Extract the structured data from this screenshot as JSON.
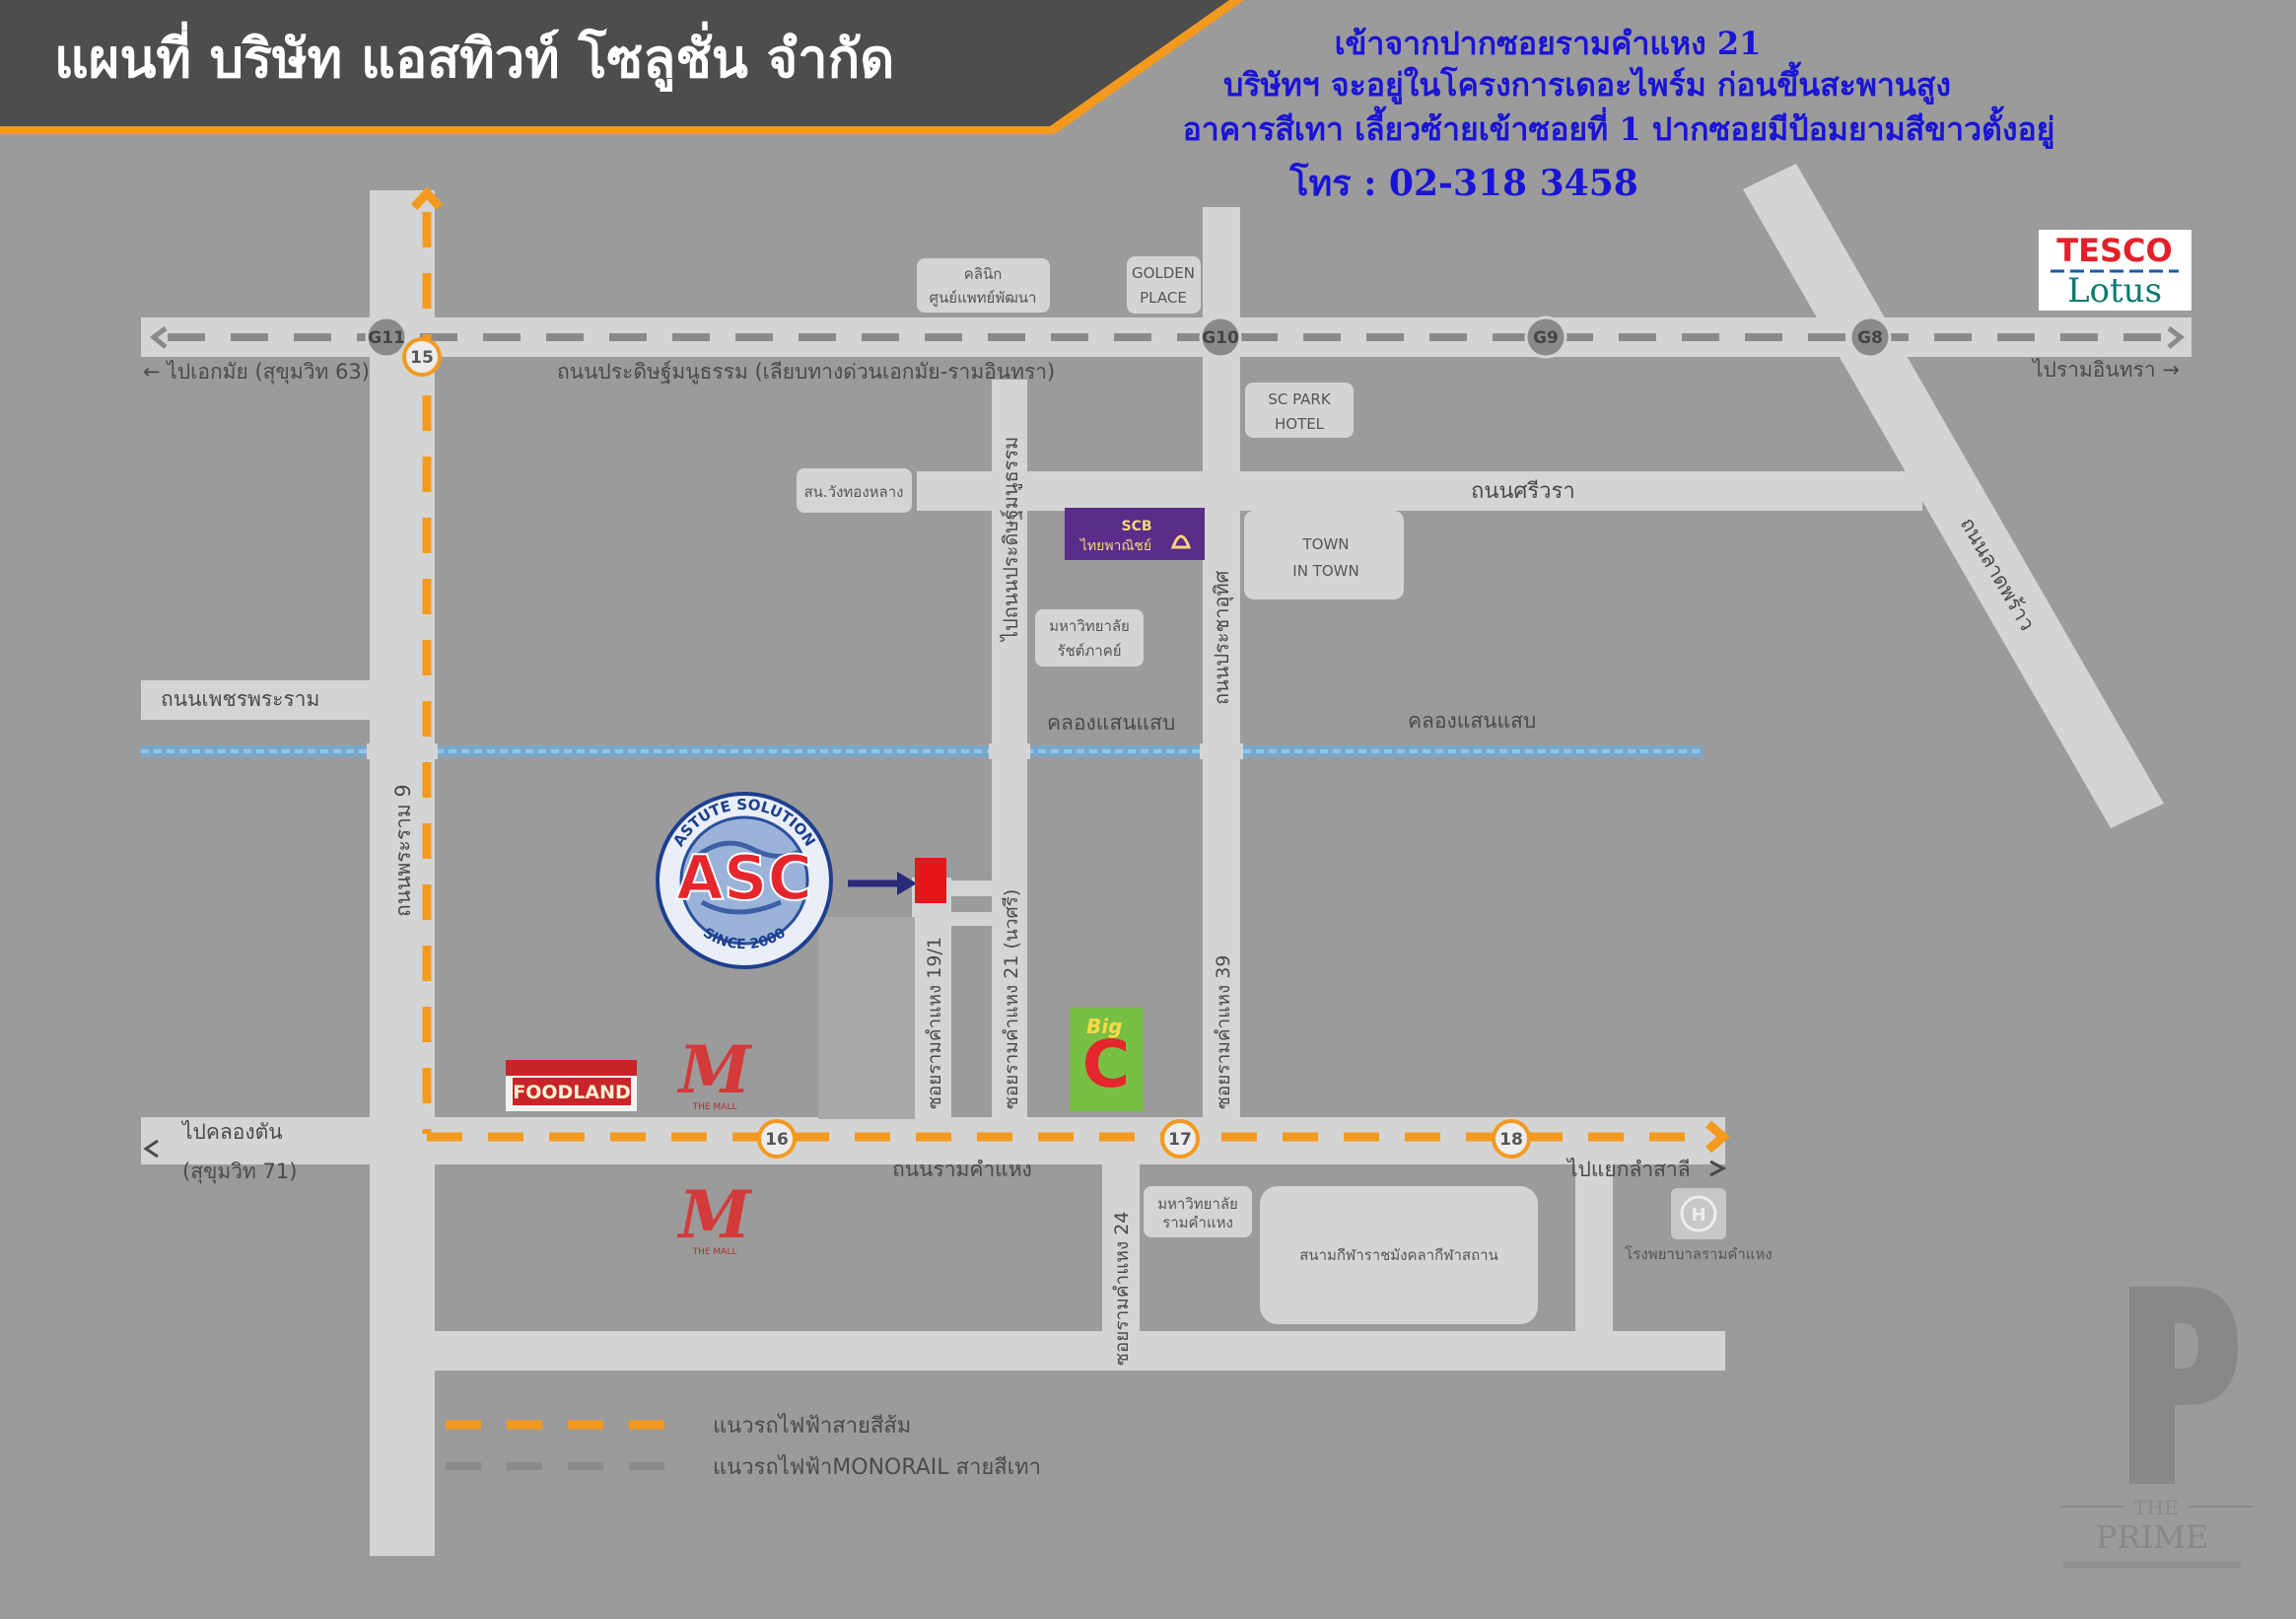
{
  "title": "แผนที่ บริษัท แอสทิวท์ โซลูชั่น จำกัด",
  "directions": {
    "line1": "เข้าจากปากซอยรามคำแหง 21",
    "line2": "บริษัทฯ จะอยู่ในโครงการเดอะไพร์ม ก่อนขึ้นสะพานสูง",
    "line3": "อาคารสีเทา เลี้ยวซ้ายเข้าซอยที่ 1 ปากซอยมีป้อมยามสีขาวตั้งอยู่",
    "phone": "โทร : 02-318 3458"
  },
  "roads": {
    "top_road": "ถนนประดิษฐ์มนูธรรม (เลียบทางด่วนเอกมัย-รามอินทรา)",
    "top_left_exit": "← ไปเอกมัย (สุขุมวิท 63)",
    "top_right_exit": "ไปรามอินทรา →",
    "seri_thai": "ถนนศรีวรา",
    "lat_phrao": "ถนนลาดพร้าว",
    "phetchaburi": "ถนนเพชรพระราม",
    "rama9": "ถนนพระราม 9",
    "pradit_vertical": "ไปถนนประดิษฐ์มนูธรรม",
    "pracha_uthit": "ถนนประชาอุทิศ",
    "soi19": "ซอยรามคำแหง 19/1",
    "soi21": "ซอยรามคำแหง 21 (นวศรี)",
    "soi39": "ซอยรามคำแหง 39",
    "soi24": "ซอยรามคำแหง 24",
    "ramkhamhaeng": "ถนนรามคำแหง",
    "bottom_left_exit_1": "ไปคลองตัน",
    "bottom_left_exit_2": "(สุขุมวิท 71)",
    "bottom_right_exit": "ไปแยกลำสาลี",
    "canal_1": "คลองแสนแสบ",
    "canal_2": "คลองแสนแสบ"
  },
  "places": {
    "clinic": [
      "คลินิก",
      "ศูนย์แพทย์พัฒนา"
    ],
    "golden_place": [
      "GOLDEN",
      "PLACE"
    ],
    "sc_park": [
      "SC PARK",
      "HOTEL"
    ],
    "town_in_town": [
      "TOWN",
      "IN TOWN"
    ],
    "school": "สน.วังทองหลาง",
    "university": [
      "มหาวิทยาลัย",
      "รัชต์ภาคย์"
    ],
    "ru": [
      "มหาวิทยาลัย",
      "รามคำแหง"
    ],
    "stadium": "สนามกีฬาราชมังคลากีฬาสถาน",
    "hospital": "โรงพยาบาลรามคำแหง",
    "scb": [
      "SCB",
      "ไทยพาณิชย์"
    ],
    "tesco_1": "TESCO",
    "tesco_2": "Lotus",
    "foodland": "FOODLAND",
    "the_mall": "THE MALL",
    "bigc": [
      "Big",
      "C"
    ]
  },
  "stations": {
    "monorail": [
      "G11",
      "G10",
      "G9",
      "G8"
    ],
    "orange": [
      "15",
      "16",
      "17",
      "18"
    ]
  },
  "logo": {
    "asc": "ASC",
    "ring_top": "ASTUTE SOLUTION",
    "ring_bottom": "SINCE 2000"
  },
  "legend": {
    "orange_line": "แนวรถไฟฟ้าสายสีส้ม",
    "grey_line": "แนวรถไฟฟ้าMONORAIL สายสีเทา"
  },
  "watermark": {
    "brand_1": "THE",
    "brand_2": "PRIME"
  },
  "colors": {
    "background": "#9b9b9b",
    "road": "#d4d4d4",
    "header": "#4d4d4d",
    "orange_line": "#f39a1e",
    "direction_text": "#1a14d6",
    "canal": "#5fb0ec",
    "marker": "#e8141c"
  }
}
